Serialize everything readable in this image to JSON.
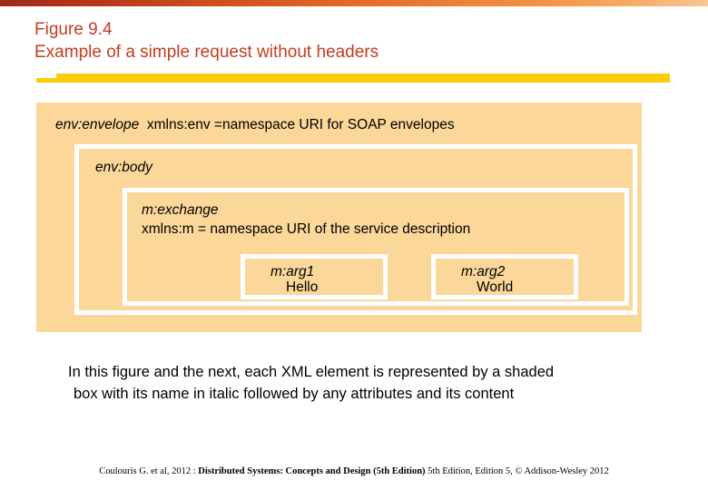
{
  "slide": {
    "title_line_1": "Figure 9.4",
    "title_line_2": "Example of a simple request without headers",
    "title_color": "#c33c1e",
    "accent_rule_color": "#fbcc09",
    "box_fill_color": "#fbd79a",
    "box_border_color": "#ffffff"
  },
  "diagram": {
    "envelope": {
      "element_name": "env:envelope",
      "attributes": "xmlns:env =namespace URI for SOAP envelopes"
    },
    "body": {
      "element_name": "env:body",
      "attributes": ""
    },
    "exchange": {
      "element_name": "m:exchange",
      "attributes": "xmlns:m = namespace URI of the service description"
    },
    "args": [
      {
        "element_name": "m:arg1",
        "value": "Hello"
      },
      {
        "element_name": "m:arg2",
        "value": "World"
      }
    ]
  },
  "caption": {
    "line_1": "In this figure and the next, each XML element is represented by a shaded",
    "line_2": "box with its name in italic followed by any attributes and its content"
  },
  "footer": {
    "prefix": "Coulouris G. et al, 2012 : ",
    "book_title": "Distributed Systems: Concepts and Design (5th Edition)",
    "suffix": " 5th Edition, Edition 5, © Addison-Wesley 2012"
  }
}
